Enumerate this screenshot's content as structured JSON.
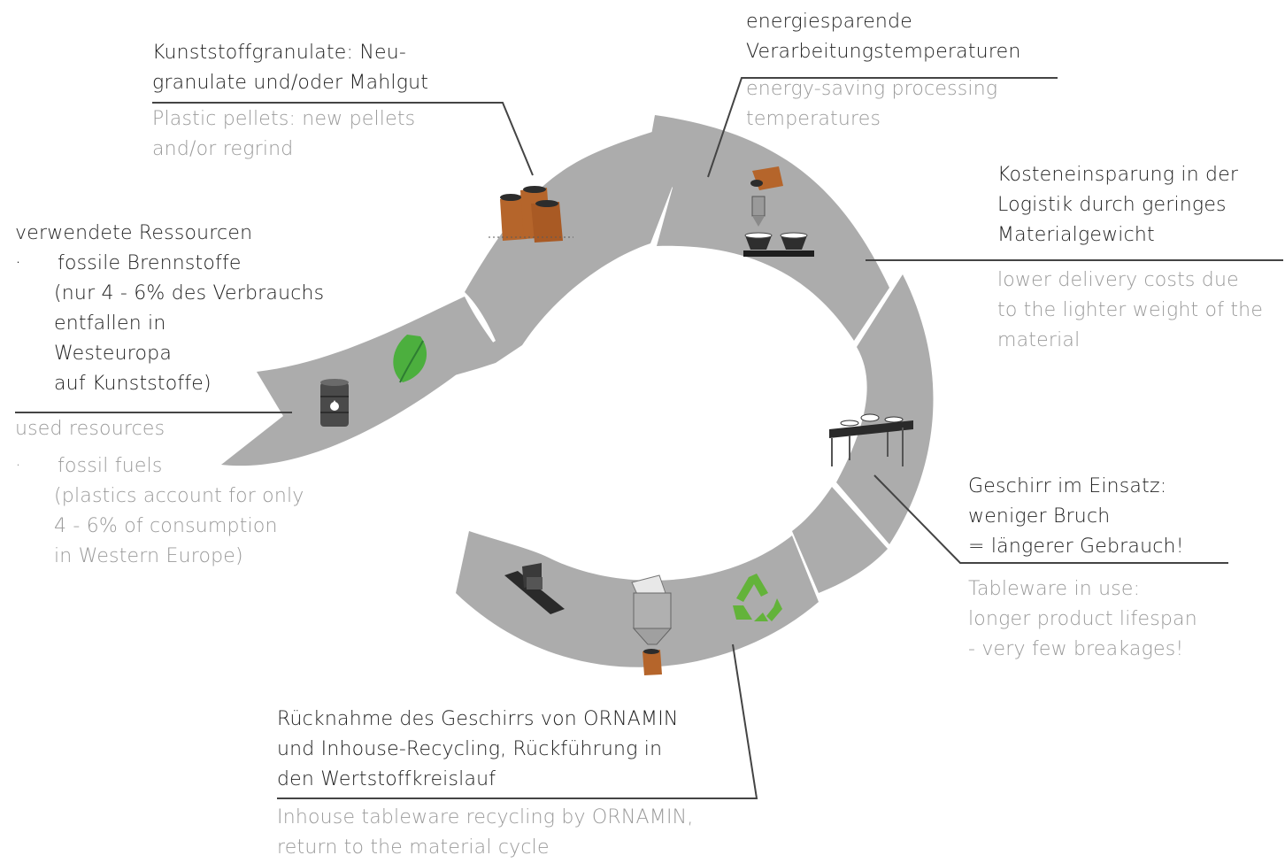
{
  "labels": {
    "granulate": {
      "de": [
        "Kunststoffgranulate: Neu-",
        "granulate und/oder Mahlgut"
      ],
      "en": [
        "Plastic pellets: new pellets",
        "and/or regrind"
      ]
    },
    "energy": {
      "de": [
        "energiesparende",
        "Verarbeitungstemperaturen"
      ],
      "en": [
        "energy-saving processing",
        "temperatures"
      ]
    },
    "logistics": {
      "de": [
        "Kosteneinsparung in der",
        "Logistik durch geringes",
        "Materialgewicht"
      ],
      "en": [
        "lower delivery costs due",
        "to the lighter weight of the",
        "material"
      ]
    },
    "resources": {
      "de_heading": "verwendete Ressourcen",
      "de_bullet": "·",
      "de": [
        "fossile Brennstoffe",
        "(nur 4 - 6% des Verbrauchs",
        "entfallen in",
        "Westeuropa",
        "auf Kunststoffe)"
      ],
      "en_heading": "used resources",
      "en_bullet": "·",
      "en": [
        "fossil fuels",
        "(plastics account for only",
        "4 - 6% of consumption",
        "in Western Europe)"
      ]
    },
    "tableware": {
      "de": [
        "Geschirr im Einsatz:",
        "weniger Bruch",
        "= längerer Gebrauch!"
      ],
      "en": [
        "Tableware in use:",
        "longer product lifespan",
        "- very few breakages!"
      ]
    },
    "recycling": {
      "de": [
        "Rücknahme des Geschirrs von ORNAMIN",
        "und Inhouse-Recycling, Rückführung in",
        "den Wertstoffkreislauf"
      ],
      "en": [
        "Inhouse tableware recycling by ORNAMIN,",
        "return to the material cycle"
      ]
    }
  },
  "colors": {
    "ring": "#acacac",
    "leader": "#444444",
    "sack": "#b5652b",
    "oil": "#4a4a4a",
    "leaf": "#4caf3e",
    "recycle": "#63b33a"
  },
  "icons": [
    "pellet-sacks-icon",
    "hopper-molding-icon",
    "tableware-table-icon",
    "shredder-icon",
    "regrind-hopper-icon",
    "recycling-icon",
    "oil-barrel-icon",
    "leaf-icon"
  ]
}
